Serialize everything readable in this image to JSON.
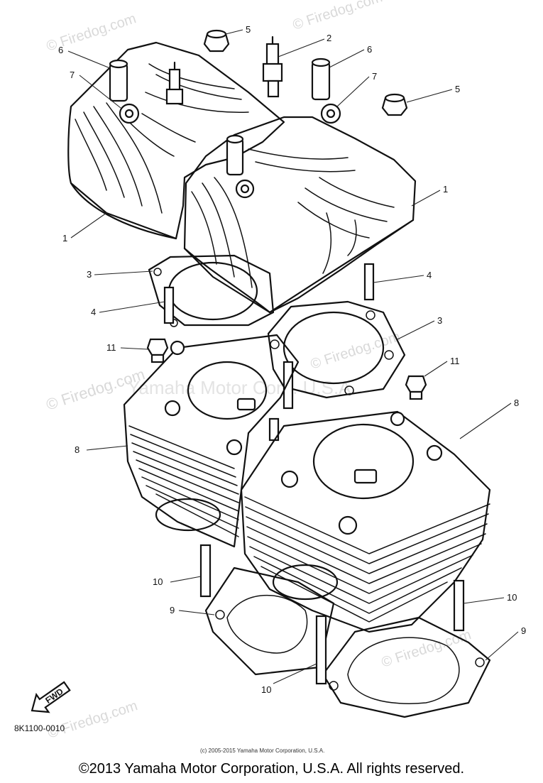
{
  "watermark": {
    "site": "© Firedog.com",
    "center_text": "Yamaha Motor Corp. U.S.A."
  },
  "callouts": [
    "1",
    "2",
    "3",
    "4",
    "5",
    "6",
    "7",
    "8",
    "9",
    "10",
    "11"
  ],
  "fwd_label": "FWD",
  "diagram_code": "8K1100-0010",
  "small_copyright": "(c) 2005-2015 Yamaha Motor Corporation, U.S.A.",
  "footer_copyright": "©2013 Yamaha Motor Corporation, U.S.A. All rights reserved."
}
